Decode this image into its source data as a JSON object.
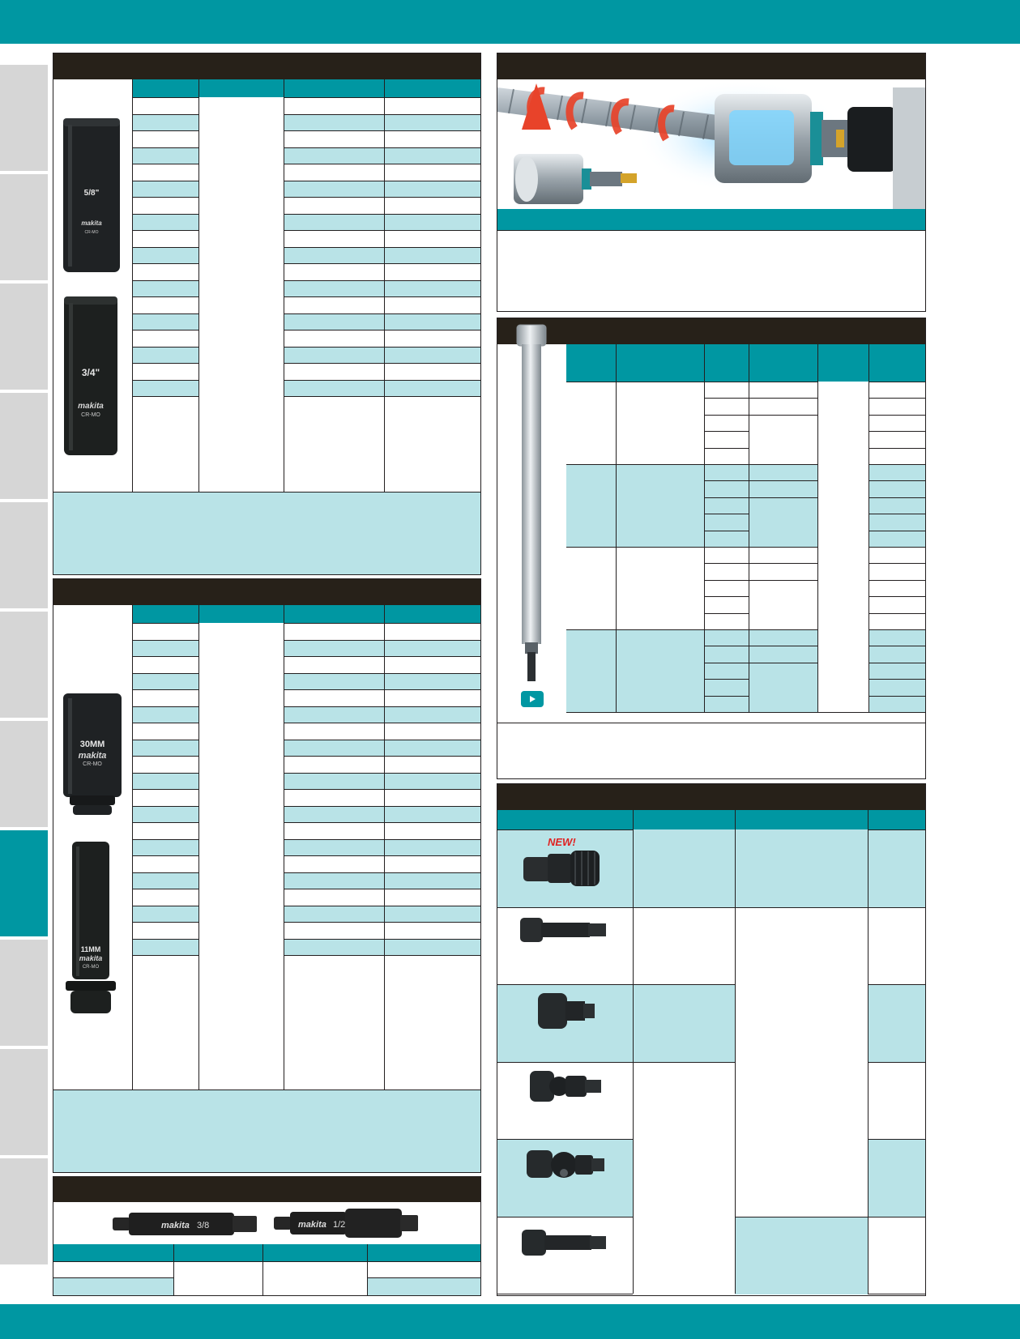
{
  "theme": {
    "teal": "#0097a2",
    "light_teal": "#b9e3e7",
    "dark": "#272119",
    "tab_gray": "#d6d6d6"
  },
  "side_tabs": {
    "count": 11,
    "active_index": 7
  },
  "socket_labels": {
    "imperial_a": "5/8\"",
    "imperial_b": "3/4\"",
    "metric_a": "30MM",
    "metric_b": "11MM",
    "brand": "makita",
    "material": "CR-MO"
  },
  "adapter_bits": {
    "bit_a_label": "3/8",
    "bit_b_label": "1/2"
  },
  "badges": {
    "new_label": "NEW!"
  },
  "icons": {
    "video": "play-icon"
  }
}
